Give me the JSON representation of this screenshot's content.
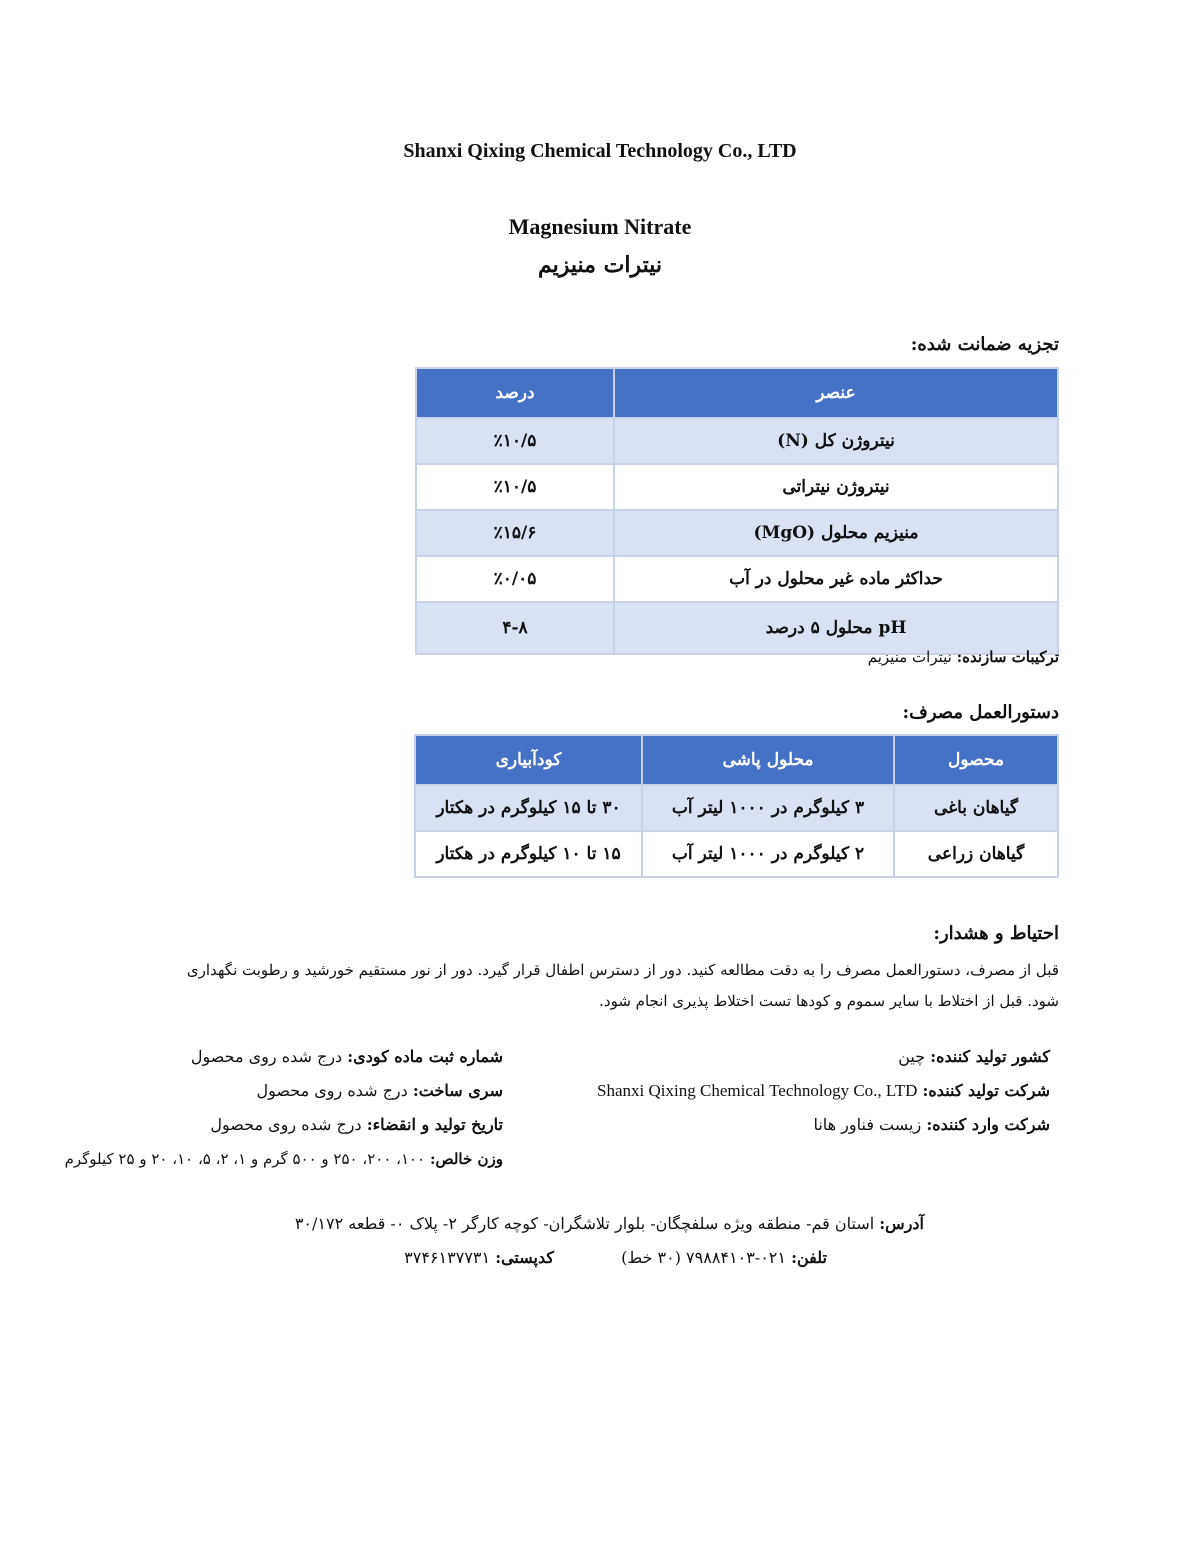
{
  "header": {
    "company": "Shanxi Qixing Chemical Technology Co., LTD",
    "product_en": "Magnesium Nitrate",
    "product_fa": "نیترات منیزیم"
  },
  "guaranteed": {
    "title": "تجزیه ضمانت شده:",
    "columns": [
      "عنصر",
      "درصد"
    ],
    "rows": [
      {
        "element": "نیتروژن کل (N)",
        "percent": "٪۱۰/۵"
      },
      {
        "element": "نیتروژن نیتراتی",
        "percent": "٪۱۰/۵"
      },
      {
        "element": "منیزیم محلول (MgO)",
        "percent": "٪۱۵/۶"
      },
      {
        "element": "حداکثر ماده غیر محلول در آب",
        "percent": "٪۰/۰۵"
      },
      {
        "element": "pH محلول ۵ درصد",
        "percent": "۴-۸"
      }
    ]
  },
  "ingredients": {
    "label": "ترکیبات سازنده:",
    "value": "نیترات منیزیم"
  },
  "usage": {
    "title": "دستورالعمل مصرف:",
    "columns": [
      "محصول",
      "محلول پاشی",
      "کودآبیاری"
    ],
    "rows": [
      {
        "product": "گیاهان باغی",
        "spray": "۳ کیلوگرم در ۱۰۰۰ لیتر آب",
        "fertigation": "۳۰ تا ۱۵ کیلوگرم در هکتار"
      },
      {
        "product": "گیاهان زراعی",
        "spray": "۲ کیلوگرم در ۱۰۰۰ لیتر آب",
        "fertigation": "۱۵ تا ۱۰ کیلوگرم در هکتار"
      }
    ]
  },
  "caution": {
    "title": "احتیاط و هشدار:",
    "line1": "قبل از مصرف، دستورالعمل مصرف را به دقت مطالعه کنید. دور از دسترس اطفال قرار گیرد. دور از نور مستقیم خورشید و رطوبت نگهداری",
    "line2": "شود. قبل از اختلاط با سایر سموم و کودها تست اختلاط پذیری انجام شود."
  },
  "info_right": [
    {
      "label": "کشور تولید کننده:",
      "value": "چین"
    },
    {
      "label": "شرکت تولید کننده:",
      "value": "Shanxi Qixing Chemical Technology Co., LTD"
    },
    {
      "label": "شرکت وارد کننده:",
      "value": "زیست فناور هانا"
    }
  ],
  "info_left": [
    {
      "label": "شماره ثبت ماده کودی:",
      "value": "درج شده روی محصول"
    },
    {
      "label": "سری ساخت:",
      "value": "درج شده روی محصول"
    },
    {
      "label": "تاریخ تولید و انقضاء:",
      "value": "درج شده روی محصول"
    },
    {
      "label": "وزن خالص:",
      "value": "۱۰۰، ۲۰۰، ۲۵۰ و ۵۰۰ گرم و ۱، ۲، ۵، ۱۰، ۲۰ و ۲۵ کیلوگرم"
    }
  ],
  "address": {
    "label": "آدرس:",
    "value": "استان قم- منطقه ویژه سلفچگان- بلوار تلاشگران- کوچه کارگر ۲- پلاک ۰- قطعه ۳۰/۱۷۲"
  },
  "phone": {
    "label": "تلفن:",
    "value": "۰۲۱-۷۹۸۸۴۱۰۳ (۳۰ خط)"
  },
  "postal": {
    "label": "کدپستی:",
    "value": "۳۷۴۶۱۳۷۷۳۱"
  }
}
